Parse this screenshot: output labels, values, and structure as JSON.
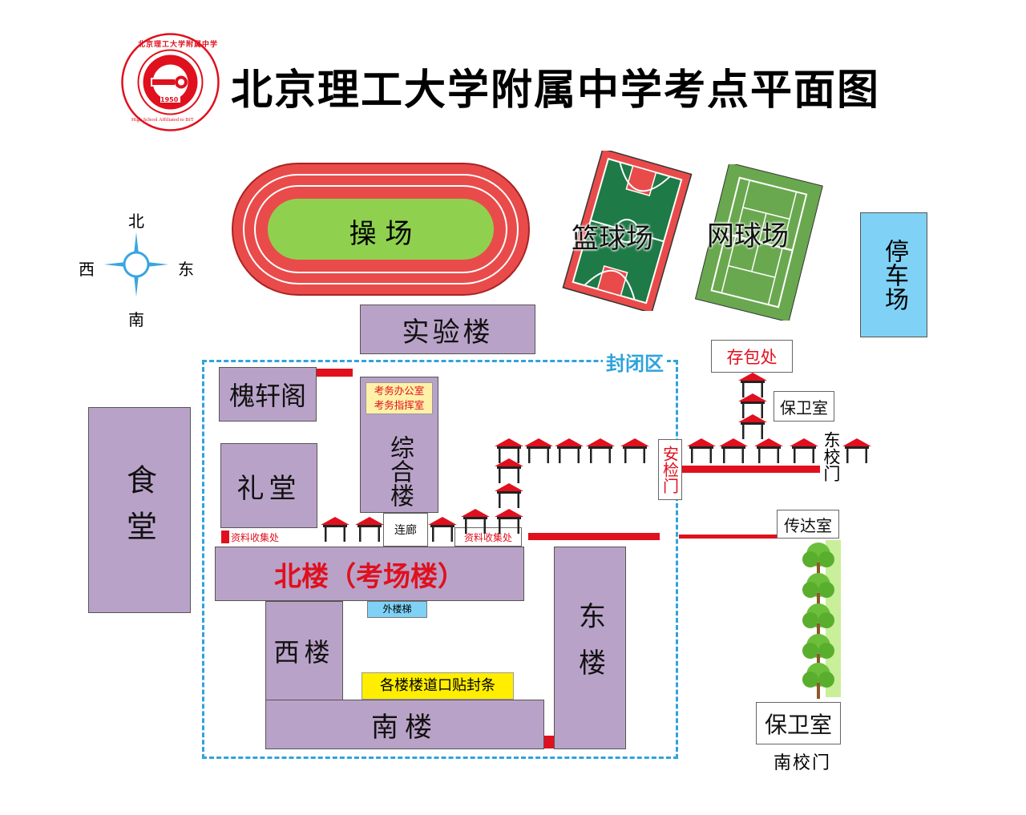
{
  "title": "北京理工大学附属中学考点平面图",
  "logo": {
    "top_text": "北京理工大学附属中学",
    "bottom_text": "High School Affiliated to BIT",
    "year": "1950",
    "color": "#e0101e"
  },
  "compass": {
    "north": "北",
    "south": "南",
    "west": "西",
    "east": "东",
    "color": "#3aa5e0"
  },
  "sports": {
    "track": "操 场",
    "basketball": "篮球场",
    "tennis": "网球场",
    "parking": "停车场"
  },
  "buildings": {
    "lab": "实验楼",
    "canteen": "食堂",
    "huaixuan": "槐轩阁",
    "auditorium": "礼堂",
    "complex": "综合楼",
    "north": "北楼（考场楼）",
    "west": "西楼",
    "south": "南楼",
    "east": "东楼"
  },
  "labels": {
    "closed_area": "封闭区",
    "office1": "考务办公室",
    "office2": "考务指挥室",
    "corridor": "连廊",
    "collect_left": "资料收集处",
    "collect_right": "资料收集处",
    "outer_stairs": "外楼梯",
    "seal_notice": "各楼楼道口贴封条",
    "security_check": "安检门",
    "bag_storage": "存包处",
    "guard_room_east": "保卫室",
    "east_gate": "东校门",
    "reception": "传达室",
    "guard_room_south": "保卫室",
    "south_gate": "南校门"
  },
  "colors": {
    "building": "#b9a2c8",
    "accent_red": "#e0101e",
    "closed_area_border": "#2fa3dd",
    "track": "#e94b4b",
    "field": "#8fd14f",
    "parking": "#7fd2f5",
    "notice_yellow": "#ffee00",
    "stairs_blue": "#7fd2f5"
  }
}
